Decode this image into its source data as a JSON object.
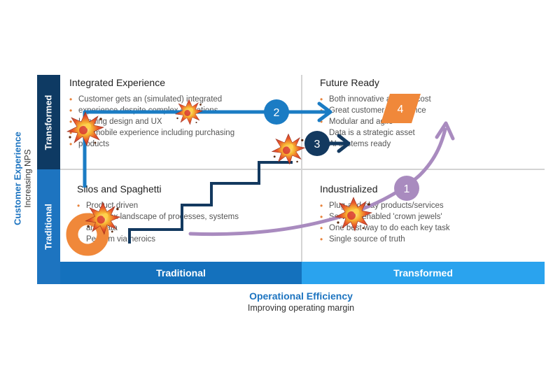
{
  "y_axis": {
    "title": "Customer Experience",
    "subtitle": "Increasing NPS"
  },
  "x_axis": {
    "title": "Operational Efficiency",
    "subtitle": "Improving operating margin"
  },
  "rows": {
    "top": "Transformed",
    "bottom": "Traditional"
  },
  "columns": {
    "left": "Traditional",
    "right": "Transformed"
  },
  "quadrants": {
    "top_left": {
      "title": "Integrated Experience",
      "bullets": [
        "Customer gets an (simulated) integrated",
        "experience despite complex operations",
        "Leading design and UX",
        "Full mobile experience including purchasing",
        "products"
      ]
    },
    "top_right": {
      "title": "Future Ready",
      "bullets": [
        "Both innovative and low cost",
        "Great customer experience",
        "Modular and agile",
        "Data is a strategic asset",
        "AI systems ready"
      ]
    },
    "bottom_left": {
      "title": "Silos and Spaghetti",
      "bullets": [
        "Product driven",
        "Complex landscape of processes, systems",
        "and data",
        "Perform via heroics"
      ]
    },
    "bottom_right": {
      "title": "Industrialized",
      "bullets": [
        "Plug-and-play products/services",
        "Services enabled 'crown jewels'",
        "One best way to do each key task",
        "Single source of truth"
      ]
    }
  },
  "paths": [
    {
      "number": "1",
      "color": "#a98bbf"
    },
    {
      "number": "2",
      "color": "#1b7cc4"
    },
    {
      "number": "3",
      "color": "#13395f"
    },
    {
      "number": "4",
      "color": "#f0883a"
    }
  ],
  "colors": {
    "dark_navy": "#0e3a63",
    "mid_blue": "#1b7cc4",
    "light_blue": "#2aa3ee",
    "accent_blue": "#1d74c0",
    "orange": "#f0883a",
    "purple": "#a98bbf",
    "grid": "#cfcfcf"
  },
  "icons": [
    "explosion-icon",
    "donut-shape-icon",
    "staircase-icon"
  ]
}
